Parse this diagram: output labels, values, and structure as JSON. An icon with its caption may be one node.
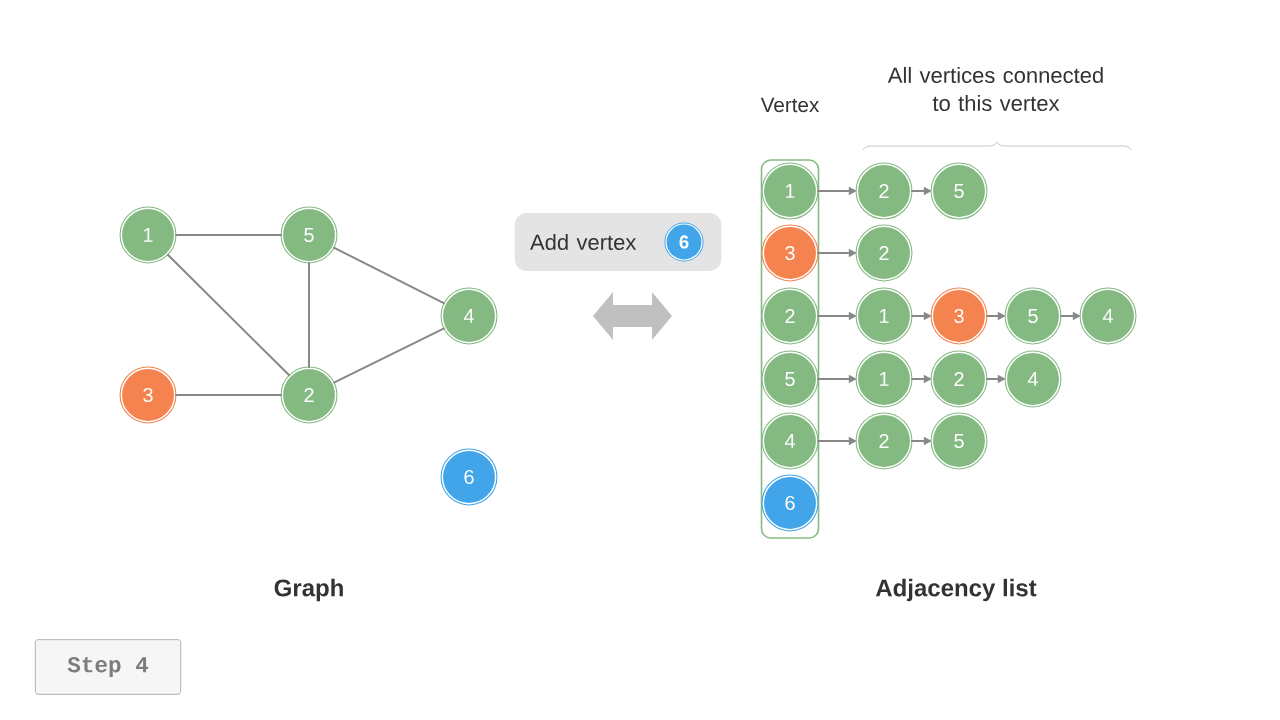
{
  "diagram": {
    "nodes": [
      {
        "text": [
          "1"
        ]
      },
      {
        "text": [
          "5"
        ]
      },
      {
        "text": [
          "4"
        ]
      },
      {
        "text": [
          "3"
        ]
      },
      {
        "text": [
          "2"
        ]
      },
      {
        "text": [
          "6"
        ]
      },
      {
        "text": [
          "Add vertex"
        ]
      },
      {
        "text": [
          "6"
        ],
        "in": 6
      },
      {
        "text": [
          "Vertex"
        ]
      },
      {
        "text": [
          "1"
        ],
        "in": 8
      },
      {
        "text": [
          "3"
        ],
        "in": 8
      },
      {
        "text": [
          "2"
        ],
        "in": 8
      },
      {
        "text": [
          "5"
        ],
        "in": 8
      },
      {
        "text": [
          "4"
        ],
        "in": 8
      },
      {
        "text": [
          "6"
        ],
        "in": 8
      },
      {
        "text": [
          "2"
        ]
      },
      {
        "text": [
          "5"
        ]
      },
      {
        "text": [
          "2"
        ]
      },
      {
        "text": [
          "1"
        ]
      },
      {
        "text": [
          "3"
        ]
      },
      {
        "text": [
          "5"
        ]
      },
      {
        "text": [
          "4"
        ]
      },
      {
        "text": [
          "1"
        ]
      },
      {
        "text": [
          "2"
        ]
      },
      {
        "text": [
          "4"
        ]
      },
      {
        "text": [
          "2"
        ]
      },
      {
        "text": [
          "5"
        ]
      },
      {
        "text": [
          "Step 4"
        ]
      }
    ],
    "edges": [
      {
        "from": 0,
        "to": 1,
        "arrow": "none"
      },
      {
        "from": 0,
        "to": 4,
        "arrow": "none"
      },
      {
        "from": 1,
        "to": 4,
        "arrow": "none"
      },
      {
        "from": 1,
        "to": 2,
        "arrow": "none"
      },
      {
        "from": 3,
        "to": 4,
        "arrow": "none"
      },
      {
        "from": 4,
        "to": 2,
        "arrow": "none"
      },
      {
        "from": 9,
        "to": 15,
        "arrow": "to"
      },
      {
        "from": 15,
        "to": 16,
        "arrow": "to"
      },
      {
        "from": 10,
        "to": 17,
        "arrow": "to"
      },
      {
        "from": 11,
        "to": 18,
        "arrow": "to"
      },
      {
        "from": 18,
        "to": 19,
        "arrow": "to"
      },
      {
        "from": 19,
        "to": 20,
        "arrow": "to"
      },
      {
        "from": 20,
        "to": 21,
        "arrow": "to"
      },
      {
        "from": 12,
        "to": 22,
        "arrow": "to"
      },
      {
        "from": 22,
        "to": 23,
        "arrow": "to"
      },
      {
        "from": 23,
        "to": 24,
        "arrow": "to"
      },
      {
        "from": 13,
        "to": 25,
        "arrow": "to"
      },
      {
        "from": 25,
        "to": 26,
        "arrow": "to"
      }
    ],
    "labels": [
      "All vertices connected to this vertex",
      "Graph",
      "Adjacency list"
    ]
  }
}
